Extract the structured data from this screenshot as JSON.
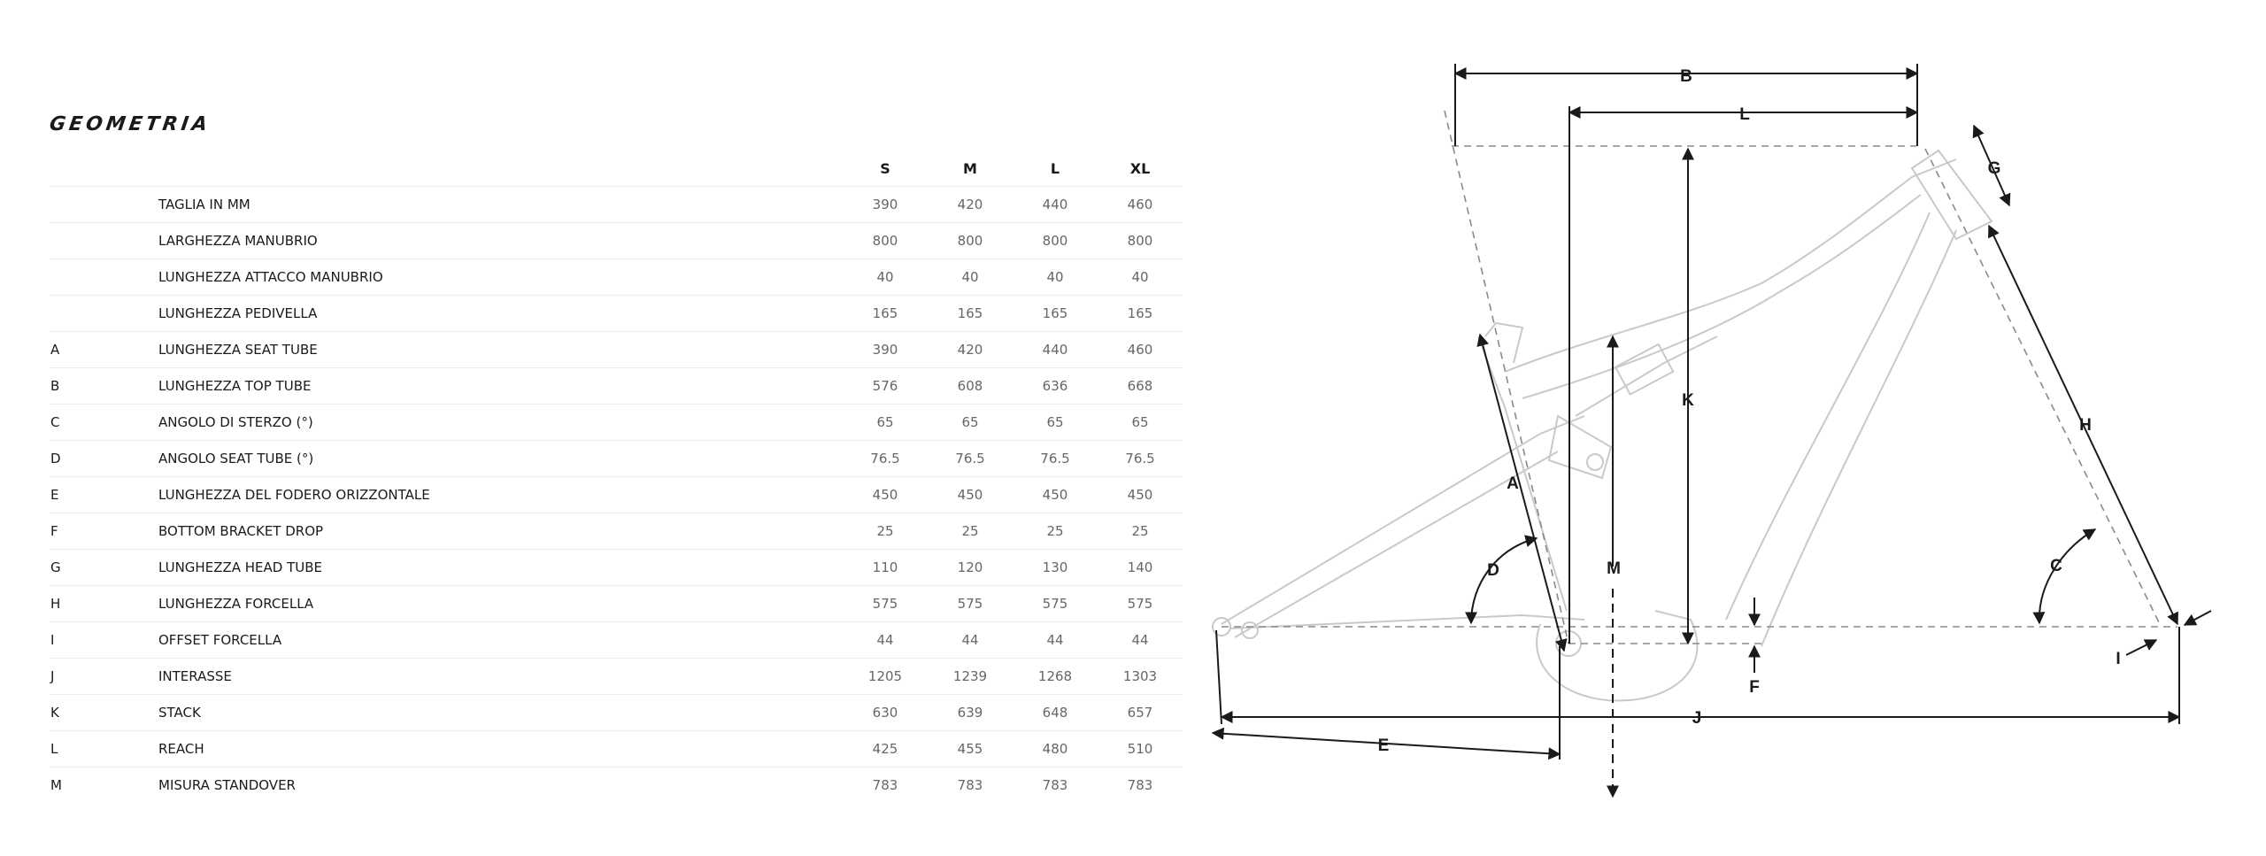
{
  "title": "GEOMETRIA",
  "sizes": [
    "S",
    "M",
    "L",
    "XL"
  ],
  "rows": [
    {
      "letter": "",
      "name": "TAGLIA IN MM",
      "values": [
        "390",
        "420",
        "440",
        "460"
      ]
    },
    {
      "letter": "",
      "name": "LARGHEZZA MANUBRIO",
      "values": [
        "800",
        "800",
        "800",
        "800"
      ]
    },
    {
      "letter": "",
      "name": "LUNGHEZZA ATTACCO MANUBRIO",
      "values": [
        "40",
        "40",
        "40",
        "40"
      ]
    },
    {
      "letter": "",
      "name": "LUNGHEZZA PEDIVELLA",
      "values": [
        "165",
        "165",
        "165",
        "165"
      ]
    },
    {
      "letter": "A",
      "name": "LUNGHEZZA SEAT TUBE",
      "values": [
        "390",
        "420",
        "440",
        "460"
      ]
    },
    {
      "letter": "B",
      "name": "LUNGHEZZA TOP TUBE",
      "values": [
        "576",
        "608",
        "636",
        "668"
      ]
    },
    {
      "letter": "C",
      "name": "ANGOLO DI STERZO (°)",
      "values": [
        "65",
        "65",
        "65",
        "65"
      ]
    },
    {
      "letter": "D",
      "name": "ANGOLO SEAT TUBE (°)",
      "values": [
        "76.5",
        "76.5",
        "76.5",
        "76.5"
      ]
    },
    {
      "letter": "E",
      "name": "LUNGHEZZA DEL FODERO ORIZZONTALE",
      "values": [
        "450",
        "450",
        "450",
        "450"
      ]
    },
    {
      "letter": "F",
      "name": "BOTTOM BRACKET DROP",
      "values": [
        "25",
        "25",
        "25",
        "25"
      ]
    },
    {
      "letter": "G",
      "name": "LUNGHEZZA HEAD TUBE",
      "values": [
        "110",
        "120",
        "130",
        "140"
      ]
    },
    {
      "letter": "H",
      "name": "LUNGHEZZA FORCELLA",
      "values": [
        "575",
        "575",
        "575",
        "575"
      ]
    },
    {
      "letter": "I",
      "name": "OFFSET FORCELLA",
      "values": [
        "44",
        "44",
        "44",
        "44"
      ]
    },
    {
      "letter": "J",
      "name": "INTERASSE",
      "values": [
        "1205",
        "1239",
        "1268",
        "1303"
      ]
    },
    {
      "letter": "K",
      "name": "STACK",
      "values": [
        "630",
        "639",
        "648",
        "657"
      ]
    },
    {
      "letter": "L",
      "name": "REACH",
      "values": [
        "425",
        "455",
        "480",
        "510"
      ]
    },
    {
      "letter": "M",
      "name": "MISURA STANDOVER",
      "values": [
        "783",
        "783",
        "783",
        "783"
      ]
    }
  ],
  "diagram": {
    "labels": {
      "A": "A",
      "B": "B",
      "C": "C",
      "D": "D",
      "E": "E",
      "F": "F",
      "G": "G",
      "H": "H",
      "I": "I",
      "J": "J",
      "K": "K",
      "L": "L",
      "M": "M"
    }
  }
}
